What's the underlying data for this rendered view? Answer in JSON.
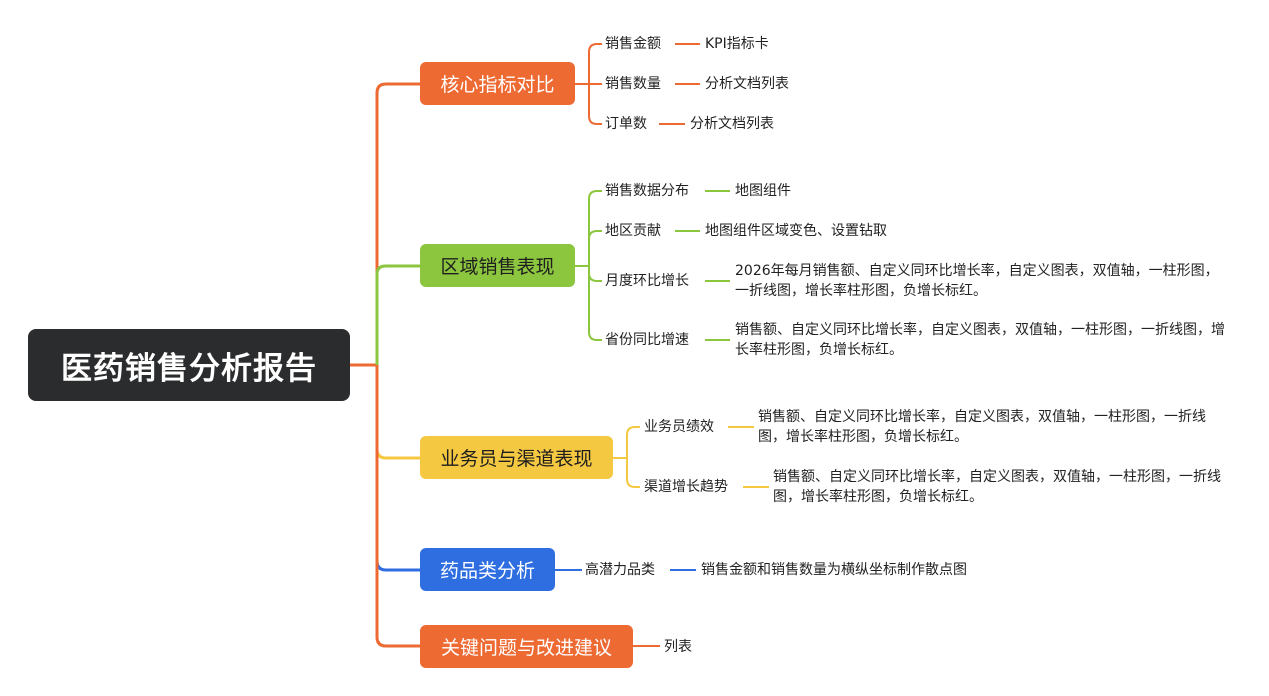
{
  "root": {
    "title": "医药销售分析报告"
  },
  "branches": [
    {
      "label": "核心指标对比",
      "children": [
        {
          "label": "销售金额",
          "detail": "KPI指标卡"
        },
        {
          "label": "销售数量",
          "detail": "分析文档列表"
        },
        {
          "label": "订单数",
          "detail": "分析文档列表"
        }
      ]
    },
    {
      "label": "区域销售表现",
      "children": [
        {
          "label": "销售数据分布",
          "detail": "地图组件"
        },
        {
          "label": "地区贡献",
          "detail": "地图组件区域变色、设置钻取"
        },
        {
          "label": "月度环比增长",
          "detail": "2026年每月销售额、自定义同环比增长率，自定义图表，双值轴，一柱形图，一折线图，增长率柱形图，负增长标红。"
        },
        {
          "label": "省份同比增速",
          "detail": "销售额、自定义同环比增长率，自定义图表，双值轴，一柱形图，一折线图，增长率柱形图，负增长标红。"
        }
      ]
    },
    {
      "label": "业务员与渠道表现",
      "children": [
        {
          "label": "业务员绩效",
          "detail": "销售额、自定义同环比增长率，自定义图表，双值轴，一柱形图，一折线图，增长率柱形图，负增长标红。"
        },
        {
          "label": "渠道增长趋势",
          "detail": "销售额、自定义同环比增长率，自定义图表，双值轴，一柱形图，一折线图，增长率柱形图，负增长标红。"
        }
      ]
    },
    {
      "label": "药品类分析",
      "children": [
        {
          "label": "高潜力品类",
          "detail": "销售金额和销售数量为横纵坐标制作散点图"
        }
      ]
    },
    {
      "label": "关键问题与改进建议",
      "children": [
        {
          "label": "",
          "detail": "列表"
        }
      ]
    }
  ],
  "colors": {
    "orange": "#ee6a33",
    "green": "#8cc63e",
    "yellow": "#f5c842",
    "blue": "#2f6ee0",
    "root": "#2b2c2e"
  }
}
